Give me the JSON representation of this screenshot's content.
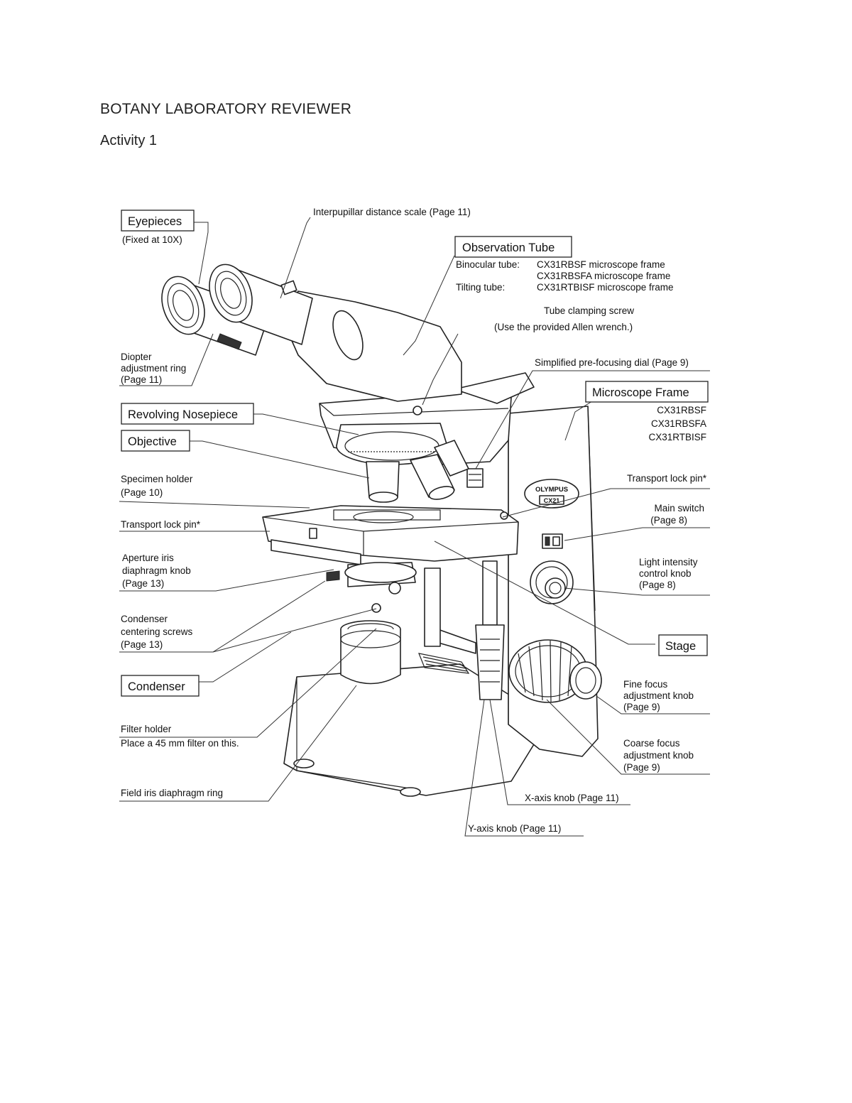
{
  "document": {
    "title": "BOTANY LABORATORY REVIEWER",
    "subtitle": "Activity 1"
  },
  "diagram": {
    "brand_text": "OLYMPUS",
    "model_text": "CX21",
    "boxed_labels": {
      "eyepieces": "Eyepieces",
      "observation_tube": "Observation Tube",
      "microscope_frame": "Microscope Frame",
      "revolving_nosepiece": "Revolving Nosepiece",
      "objective": "Objective",
      "condenser": "Condenser",
      "stage": "Stage"
    },
    "labels": {
      "eyepieces_note": "(Fixed at 10X)",
      "interpupillar": "Interpupillar distance scale (Page 11)",
      "binocular_tube": "Binocular tube:",
      "binocular_frame_1": "CX31RBSF microscope frame",
      "binocular_frame_2": "CX31RBSFA microscope frame",
      "tilting_tube": "Tilting tube:",
      "tilting_frame": "CX31RTBISF microscope frame",
      "tube_clamping_1": "Tube clamping screw",
      "tube_clamping_2": "(Use the provided Allen wrench.)",
      "diopter_1": "Diopter",
      "diopter_2": "adjustment ring",
      "diopter_3": "(Page 11)",
      "prefocus": "Simplified pre-focusing dial (Page 9)",
      "frame_model_1": "CX31RBSF",
      "frame_model_2": "CX31RBSFA",
      "frame_model_3": "CX31RTBISF",
      "specimen_holder_1": "Specimen holder",
      "specimen_holder_2": "(Page 10)",
      "transport_lock_right": "Transport lock pin*",
      "main_switch_1": "Main switch",
      "main_switch_2": "(Page 8)",
      "transport_lock_left": "Transport lock pin*",
      "aperture_1": "Aperture iris",
      "aperture_2": "diaphragm knob",
      "aperture_3": "(Page 13)",
      "light_1": "Light intensity",
      "light_2": "control  knob",
      "light_3": "(Page 8)",
      "centering_1": "Condenser",
      "centering_2": "centering screws",
      "centering_3": "(Page 13)",
      "fine_1": "Fine focus",
      "fine_2": "adjustment knob",
      "fine_3": "(Page 9)",
      "filter_1": "Filter holder",
      "filter_2": "Place a 45 mm filter on this.",
      "coarse_1": "Coarse focus",
      "coarse_2": "adjustment knob",
      "coarse_3": "(Page 9)",
      "field_iris": "Field iris diaphragm ring",
      "x_axis": "X-axis knob (Page 11)",
      "y_axis": "Y-axis knob (Page 11)"
    }
  }
}
